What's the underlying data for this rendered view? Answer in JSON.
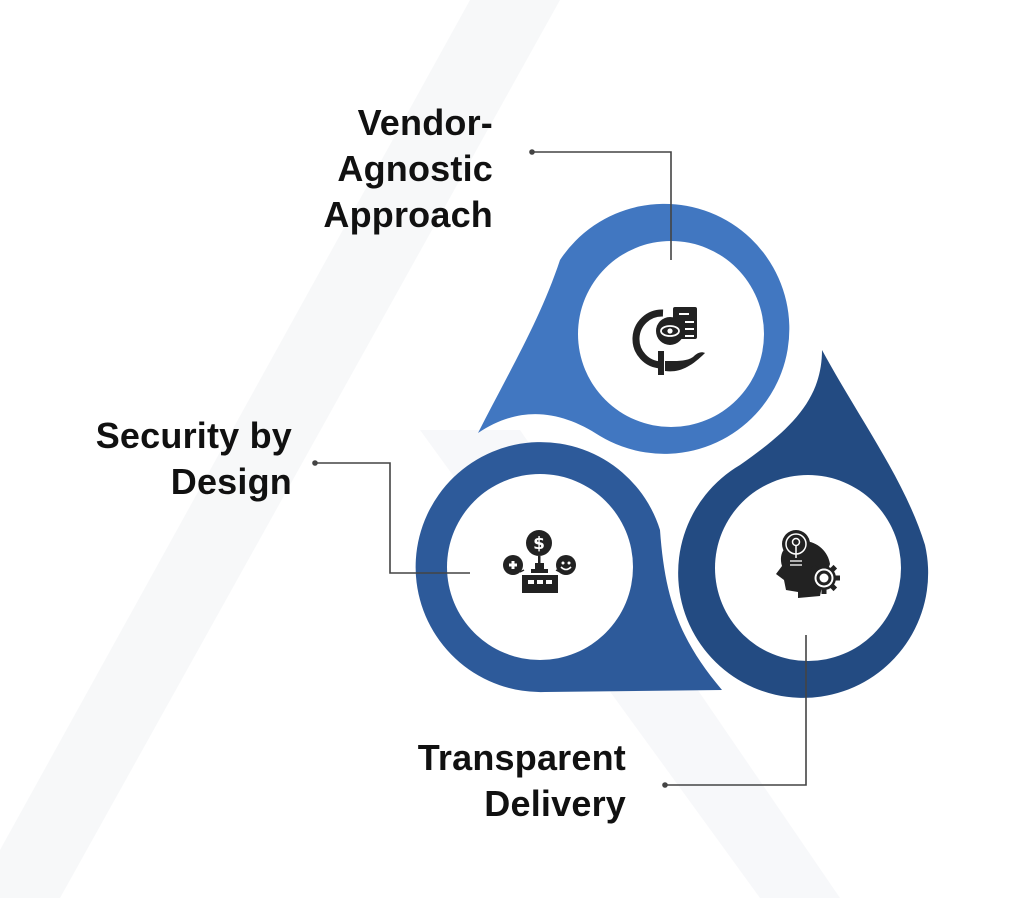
{
  "diagram": {
    "title": "Three pillars cycle",
    "colors": {
      "top": "#4177c1",
      "bottom_left": "#2d5a9a",
      "bottom_right": "#234b82",
      "connector": "#444444",
      "text": "#111111"
    },
    "items": [
      {
        "id": "vendor-agnostic",
        "label_lines": [
          "Vendor-",
          "Agnostic",
          "Approach"
        ],
        "icon": "eye-document-hand-icon"
      },
      {
        "id": "security-by-design",
        "label_lines": [
          "Security by",
          "Design"
        ],
        "icon": "stakeholder-balance-icon"
      },
      {
        "id": "transparent-delivery",
        "label_lines": [
          "Transparent",
          "Delivery"
        ],
        "icon": "head-lightbulb-gear-icon"
      }
    ]
  }
}
